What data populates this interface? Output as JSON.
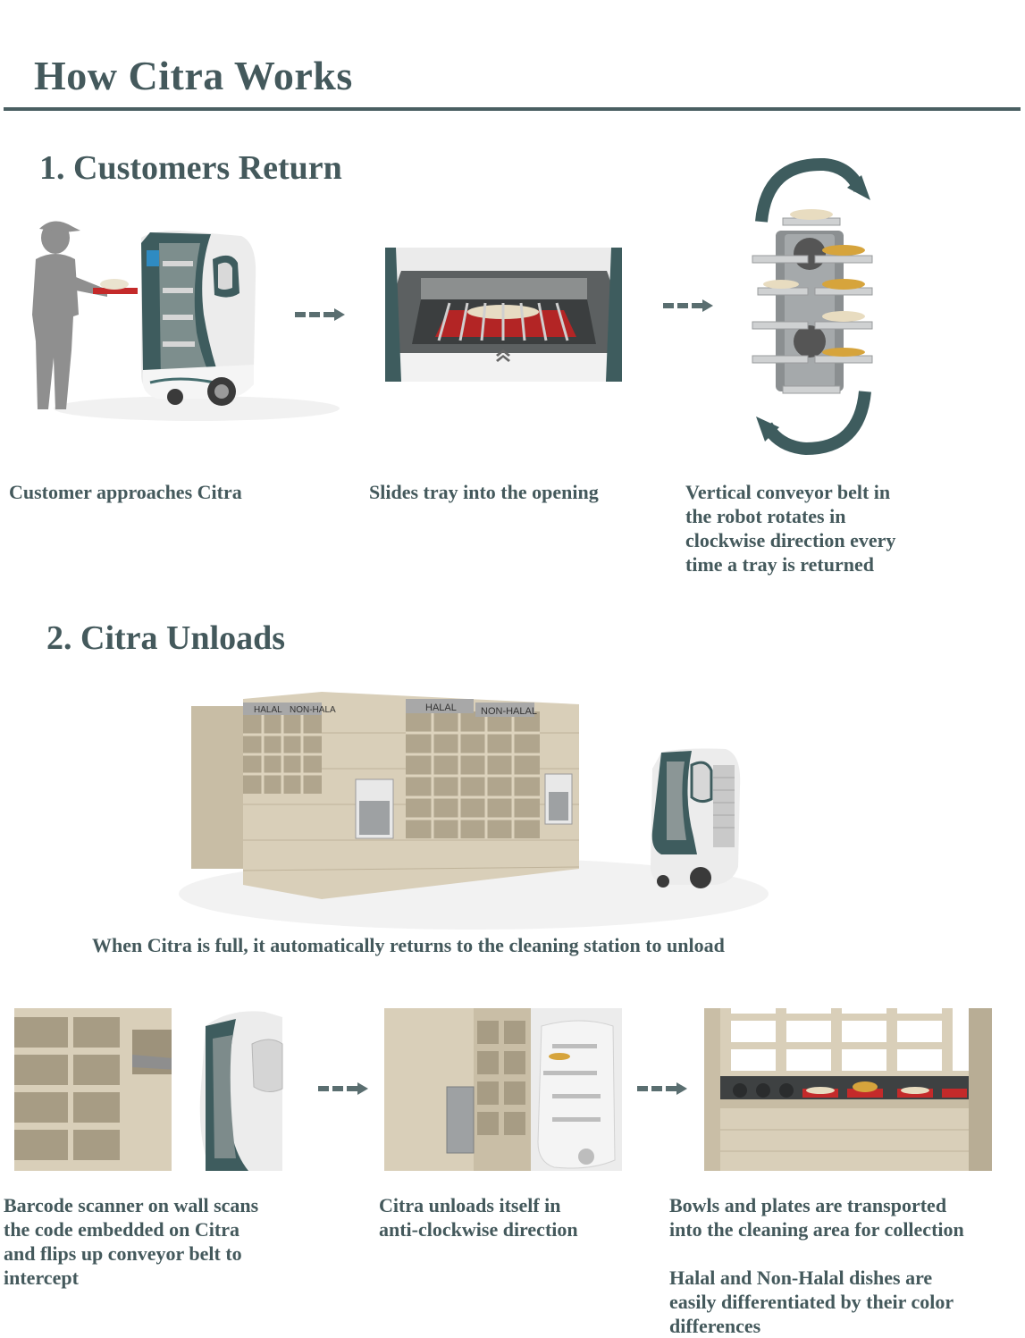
{
  "header": {
    "title": "How Citra Works"
  },
  "section1": {
    "title": "1. Customers Return",
    "steps": [
      {
        "caption": "Customer approaches Citra"
      },
      {
        "caption": "Slides tray into the opening"
      },
      {
        "caption": "Vertical conveyor belt in\nthe robot rotates in\nclockwise direction every\ntime a tray is returned"
      }
    ]
  },
  "section2": {
    "title": "2. Citra Unloads",
    "station_labels": {
      "left_halal": "HALAL",
      "left_nonhalal": "NON-HALA",
      "right_halal": "HALAL",
      "right_nonhalal": "NON-HALAL"
    },
    "station_caption": "When Citra is full, it automatically returns to the cleaning station to unload",
    "steps": [
      {
        "caption": "Barcode scanner on wall scans\nthe code embedded on Citra\nand flips up conveyor belt to\nintercept"
      },
      {
        "caption": "Citra unloads itself in\nanti-clockwise direction"
      },
      {
        "caption": "Bowls and plates are transported\ninto the cleaning area for collection\n\nHalal and Non-Halal dishes are\neasily differentiated by their color\ndifferences"
      }
    ]
  },
  "colors": {
    "heading": "#44595c",
    "robot_accent": "#456d6e",
    "tray_red": "#c42a2a",
    "wall_beige": "#d9cfb9"
  }
}
